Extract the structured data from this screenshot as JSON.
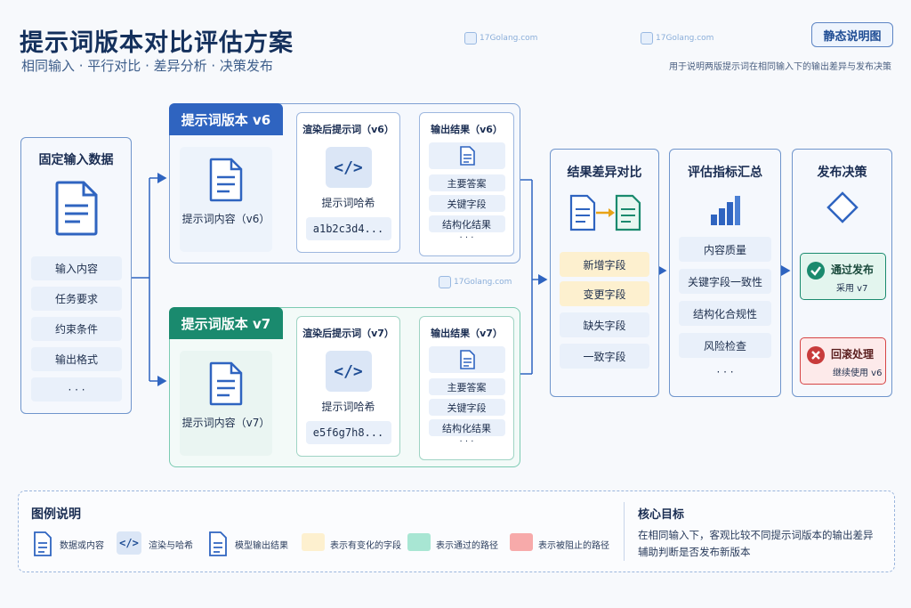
{
  "header": {
    "title": "提示词版本对比评估方案",
    "subtitle": "相同输入 · 平行对比 · 差异分析 · 决策发布",
    "badge": "静态说明图",
    "note": "用于说明两版提示词在相同输入下的输出差异与发布决策"
  },
  "watermark": "17Golang.com",
  "input_panel": {
    "title": "固定输入数据",
    "items": [
      "输入内容",
      "任务要求",
      "约束条件",
      "输出格式",
      "· · ·"
    ]
  },
  "versions": [
    {
      "tab": "提示词版本 v6",
      "color": "#2f64c0",
      "content_label": "提示词内容（v6）",
      "render_title": "渲染后提示词（v6）",
      "hash_label": "提示词哈希",
      "hash": "a1b2c3d4...",
      "output_title": "输出结果（v6）",
      "outputs": [
        "主要答案",
        "关键字段",
        "结构化结果",
        "· · ·"
      ]
    },
    {
      "tab": "提示词版本 v7",
      "color": "#1a8a6e",
      "content_label": "提示词内容（v7）",
      "render_title": "渲染后提示词（v7）",
      "hash_label": "提示词哈希",
      "hash": "e5f6g7h8...",
      "output_title": "输出结果（v7）",
      "outputs": [
        "主要答案",
        "关键字段",
        "结构化结果",
        "· · ·"
      ]
    }
  ],
  "diff_panel": {
    "title": "结果差异对比",
    "items": [
      "新增字段",
      "变更字段",
      "缺失字段",
      "一致字段"
    ],
    "highlight_color": "#fdf0cf"
  },
  "metrics_panel": {
    "title": "评估指标汇总",
    "items": [
      "内容质量",
      "关键字段一致性",
      "结构化合规性",
      "风险检查",
      "· · ·"
    ]
  },
  "decision_panel": {
    "title": "发布决策",
    "pass_title": "通过发布",
    "pass_sub": "采用 v7",
    "fail_title": "回滚处理",
    "fail_sub": "继续使用 v6",
    "pass_color": "#1a8a6e",
    "fail_color": "#d64545"
  },
  "legend": {
    "title": "图例说明",
    "items": [
      "数据或内容",
      "渲染与哈希",
      "模型输出结果",
      "表示有变化的字段",
      "表示通过的路径",
      "表示被阻止的路径"
    ],
    "colors": [
      "#fdf0cf",
      "#a8e6d3",
      "#f7aaaa"
    ],
    "goal_title": "核心目标",
    "goal_line1": "在相同输入下，客观比较不同提示词版本的输出差异",
    "goal_line2": "辅助判断是否发布新版本"
  }
}
